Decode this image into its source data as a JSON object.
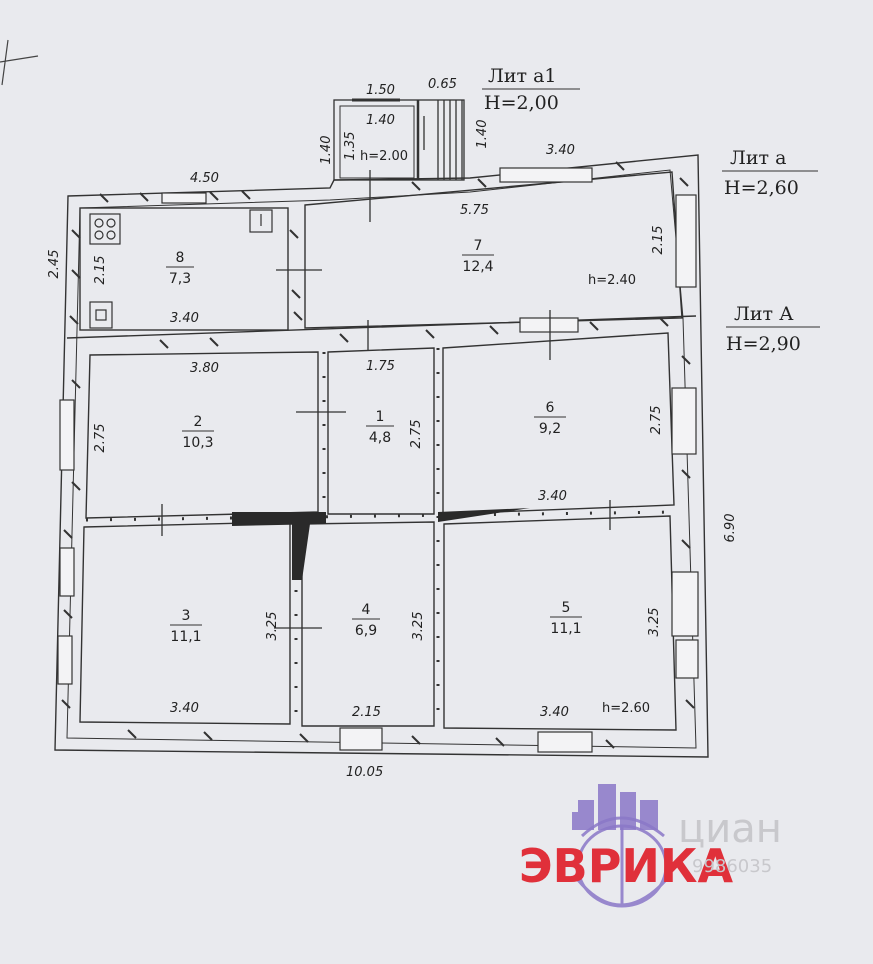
{
  "labels": {
    "lit_a1": "Лит а1",
    "lit_a1_h": "H=2,00",
    "lit_a": "Лит а",
    "lit_a_h": "H=2,60",
    "lit_A": "Лит А",
    "lit_A_h": "H=2,90"
  },
  "rooms": [
    {
      "id": "8",
      "num": "8",
      "area": "7,3"
    },
    {
      "id": "7",
      "num": "7",
      "area": "12,4"
    },
    {
      "id": "2",
      "num": "2",
      "area": "10,3"
    },
    {
      "id": "1",
      "num": "1",
      "area": "4,8"
    },
    {
      "id": "6",
      "num": "6",
      "area": "9,2"
    },
    {
      "id": "3",
      "num": "3",
      "area": "11,1"
    },
    {
      "id": "4",
      "num": "4",
      "area": "6,9"
    },
    {
      "id": "5",
      "num": "5",
      "area": "11,1"
    }
  ],
  "heights": {
    "porch": "h=2.00",
    "room7": "h=2.40",
    "room5": "h=2.60"
  },
  "dimensions": {
    "porch_top": "1.50",
    "porch_right_top": "0.65",
    "porch_inner": "1.40",
    "porch_left": "1.40",
    "porch_left_inner": "1.35",
    "porch_right": "1.40",
    "top_left": "4.50",
    "top_right": "3.40",
    "room7_width": "5.75",
    "room7_height": "2.15",
    "left_outer": "2.45",
    "room8_height": "2.15",
    "room8_width": "3.40",
    "room2_width": "3.80",
    "room1_width": "1.75",
    "room2_height": "2.75",
    "room1_height": "2.75",
    "room6_height": "2.75",
    "room6_width": "3.40",
    "right_outer": "6.90",
    "room3_height": "3.25",
    "room4_height": "3.25",
    "room5_height": "3.25",
    "room3_width": "3.40",
    "room4_width": "2.15",
    "room5_width": "3.40",
    "bottom_total": "10.05"
  },
  "watermark": {
    "brand": "ЭВРИКА",
    "cian": "циан",
    "number": "9986035"
  }
}
